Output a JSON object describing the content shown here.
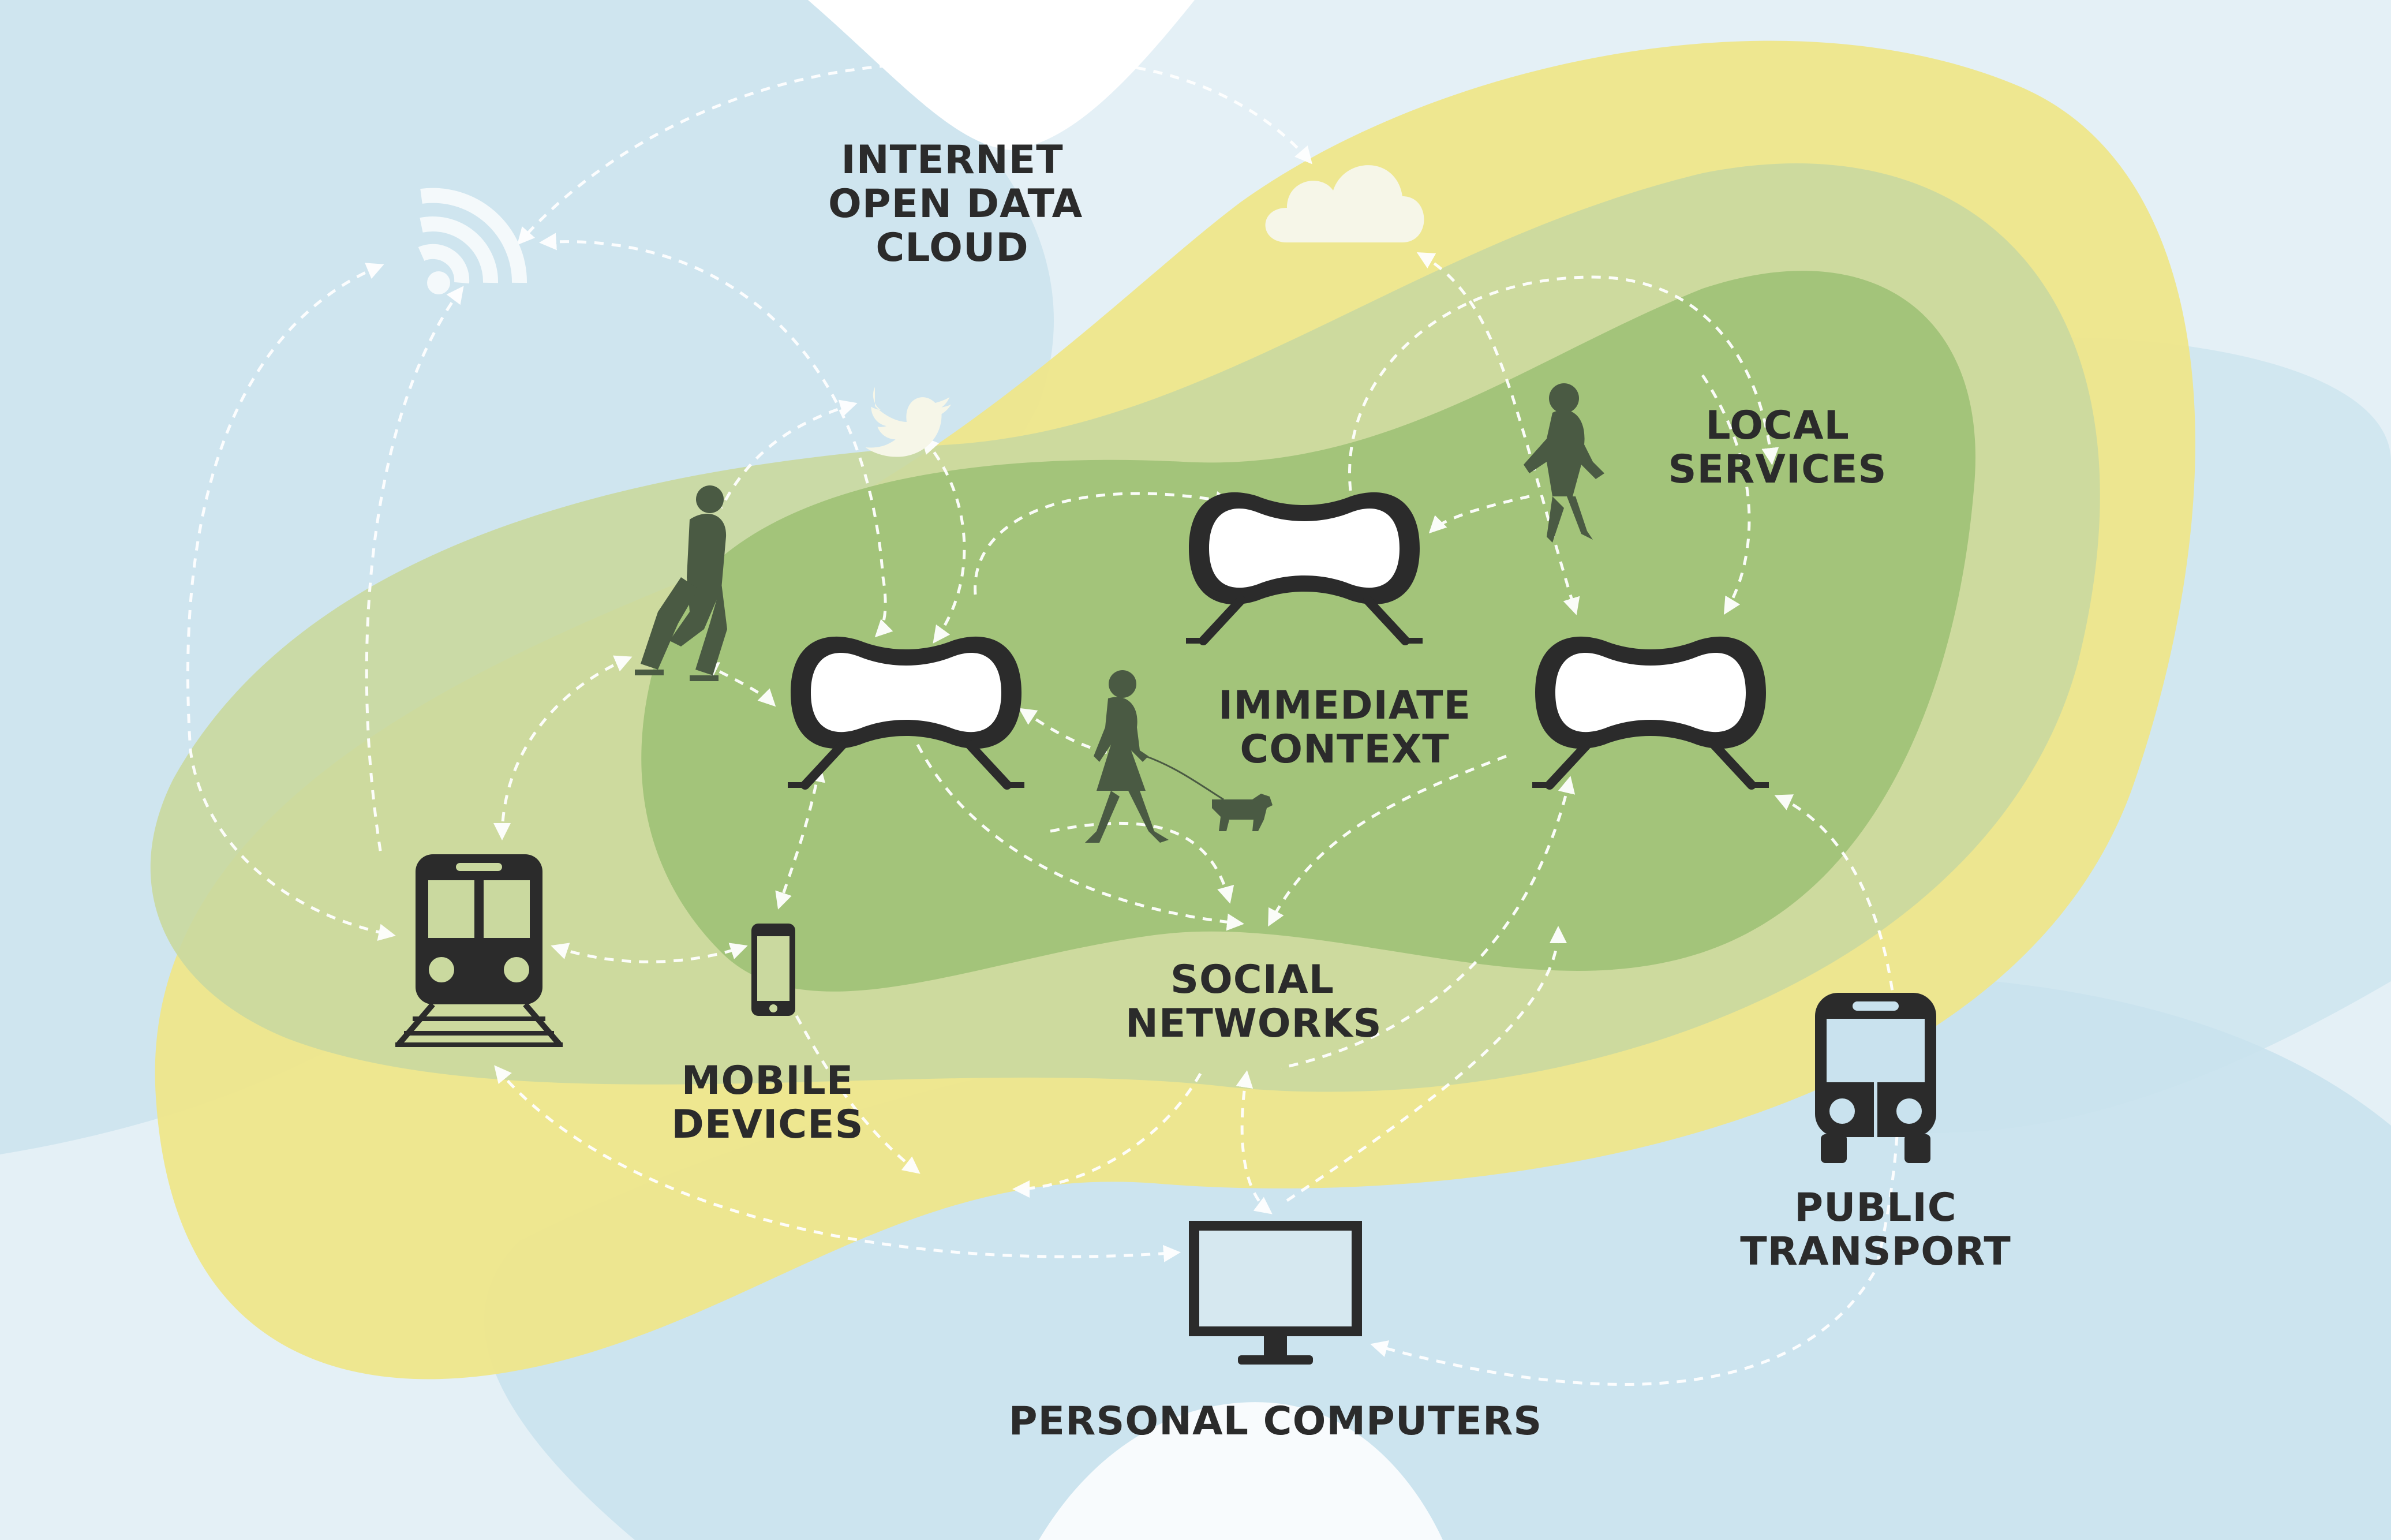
{
  "labels": {
    "internet": [
      "INTERNET",
      "OPEN DATA",
      "CLOUD"
    ],
    "local_services": [
      "LOCAL",
      "SERVICES"
    ],
    "immediate_context": [
      "IMMEDIATE",
      "CONTEXT"
    ],
    "social_networks": [
      "SOCIAL",
      "NETWORKS"
    ],
    "mobile_devices": [
      "MOBILE",
      "DEVICES"
    ],
    "public_transport": [
      "PUBLIC",
      "TRANSPORT"
    ],
    "personal_computers": "PERSONAL COMPUTERS"
  },
  "icons": [
    "wifi-icon",
    "cloud-icon",
    "twitter-bird-icon",
    "train-icon",
    "smartphone-icon",
    "bus-icon",
    "monitor-icon",
    "bench-icon",
    "skater-silhouette",
    "walker-silhouette",
    "dog-walker-silhouette",
    "dog-silhouette"
  ],
  "colors": {
    "light_blue": "#c9e2ee",
    "pale_blue": "#e4f0f6",
    "yellow": "#eee68a",
    "light_green": "#cad99f",
    "green": "#a3c47a",
    "icon_dark": "#2b2b2b",
    "silhouette": "#4a5a43",
    "cloud_white": "#f6f6e8",
    "arrow": "#ffffff"
  }
}
